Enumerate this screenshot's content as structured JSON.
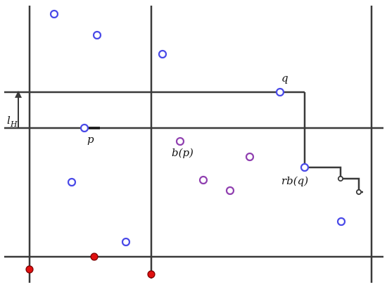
{
  "colors": {
    "line": "#3a3a3a",
    "blue_point": "#4a4ae8",
    "purple_point": "#9040b0",
    "red_point": "#e01010",
    "red_outline": "#7a0000"
  },
  "labels": {
    "q": "q",
    "p": "p",
    "bp": "b(p)",
    "rbq": "rb(q)",
    "lh_main": "l",
    "lh_sub": "H"
  }
}
